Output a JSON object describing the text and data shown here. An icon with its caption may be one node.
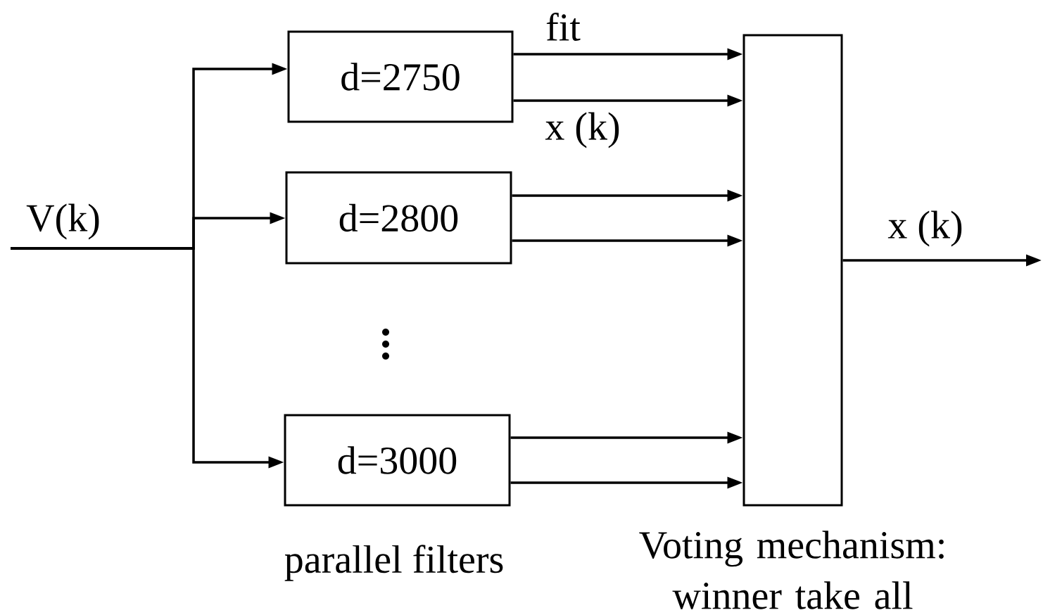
{
  "diagram": {
    "nodes": [
      {
        "text": [
          "d=2750"
        ]
      },
      {
        "text": [
          "d=2800"
        ]
      },
      {
        "text": [
          "d=3000"
        ]
      },
      {
        "text": [],
        "shape": "box",
        "beside": [
          "Voting mechanism: winner take all"
        ]
      }
    ],
    "edges": [
      {
        "from": null,
        "to": 0,
        "arrow": "to"
      },
      {
        "from": null,
        "to": 1,
        "arrow": "to"
      },
      {
        "from": null,
        "to": 2,
        "arrow": "to"
      },
      {
        "from": 0,
        "to": 3,
        "arrow": "to",
        "label": "fit"
      },
      {
        "from": 0,
        "to": 3,
        "arrow": "to",
        "label": "x (k)"
      },
      {
        "from": 1,
        "to": 3,
        "arrow": "to"
      },
      {
        "from": 1,
        "to": 3,
        "arrow": "to"
      },
      {
        "from": 2,
        "to": 3,
        "arrow": "to"
      },
      {
        "from": 2,
        "to": 3,
        "arrow": "to"
      },
      {
        "from": 3,
        "to": null,
        "arrow": "to",
        "label": "x (k)"
      }
    ],
    "labels": [
      "V(k)",
      "parallel filters"
    ]
  }
}
